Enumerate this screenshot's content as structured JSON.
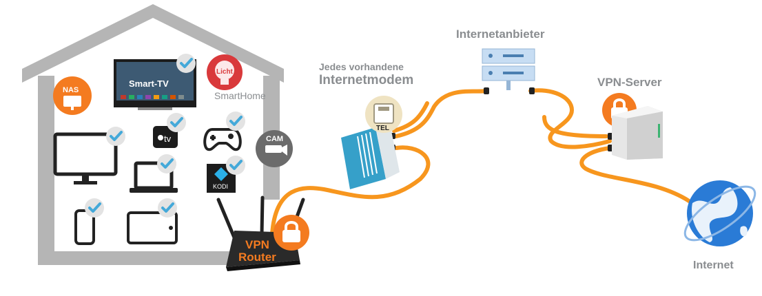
{
  "labels": {
    "nas": "NAS",
    "smart_tv": "Smart-TV",
    "licht": "Licht",
    "smarthome": "SmartHome",
    "apple_tv": "tv",
    "kodi": "KODI",
    "cam": "CAM",
    "vpn_router_line1": "VPN",
    "vpn_router_line2": "Router",
    "modem_line1": "Jedes vorhandene",
    "modem_line2": "Internetmodem",
    "tel": "TEL",
    "provider": "Internetanbieter",
    "vpn_server": "VPN-Server",
    "internet": "Internet"
  },
  "colors": {
    "cable": "#f7961e",
    "lock_badge": "#f47b20",
    "check": "#44a9d9",
    "check_bg": "#e3e3e3",
    "house": "#b5b5b5",
    "modem": "#36a0c9",
    "globe": "#2a7bd6",
    "licht_badge": "#d9393b",
    "nas_badge": "#f47b20",
    "cam_badge": "#6b6b6b"
  },
  "icons": [
    "house-outline",
    "nas-icon",
    "smart-tv-icon",
    "light-bulb-icon",
    "monitor-icon",
    "apple-tv-icon",
    "gamepad-icon",
    "cam-icon",
    "laptop-icon",
    "kodi-icon",
    "phone-icon",
    "tablet-icon",
    "router-icon",
    "lock-icon",
    "modem-icon",
    "telephone-icon",
    "server-icon",
    "tower-server-icon",
    "globe-icon",
    "checkmark-icon"
  ]
}
